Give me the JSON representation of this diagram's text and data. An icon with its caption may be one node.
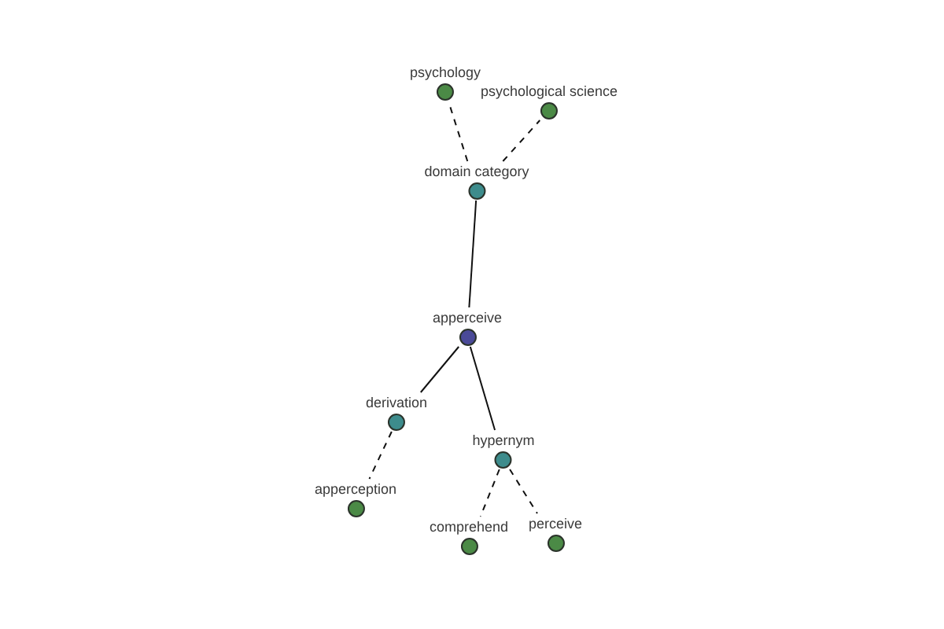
{
  "diagram": {
    "nodes": [
      {
        "text": [
          "psychology"
        ]
      },
      {
        "text": [
          "psychological science"
        ]
      },
      {
        "text": [
          "domain category"
        ]
      },
      {
        "text": [
          "apperceive"
        ]
      },
      {
        "text": [
          "derivation"
        ]
      },
      {
        "text": [
          "hypernym"
        ]
      },
      {
        "text": [
          "apperception"
        ]
      },
      {
        "text": [
          "comprehend"
        ]
      },
      {
        "text": [
          "perceive"
        ]
      }
    ],
    "edges": [
      {
        "from": 2,
        "to": 0,
        "arrow": "none",
        "style": "dashed"
      },
      {
        "from": 2,
        "to": 1,
        "arrow": "none",
        "style": "dashed"
      },
      {
        "from": 3,
        "to": 2,
        "arrow": "none"
      },
      {
        "from": 3,
        "to": 4,
        "arrow": "none"
      },
      {
        "from": 3,
        "to": 5,
        "arrow": "none"
      },
      {
        "from": 4,
        "to": 6,
        "arrow": "none",
        "style": "dashed"
      },
      {
        "from": 5,
        "to": 7,
        "arrow": "none",
        "style": "dashed"
      },
      {
        "from": 5,
        "to": 8,
        "arrow": "none",
        "style": "dashed"
      }
    ]
  }
}
